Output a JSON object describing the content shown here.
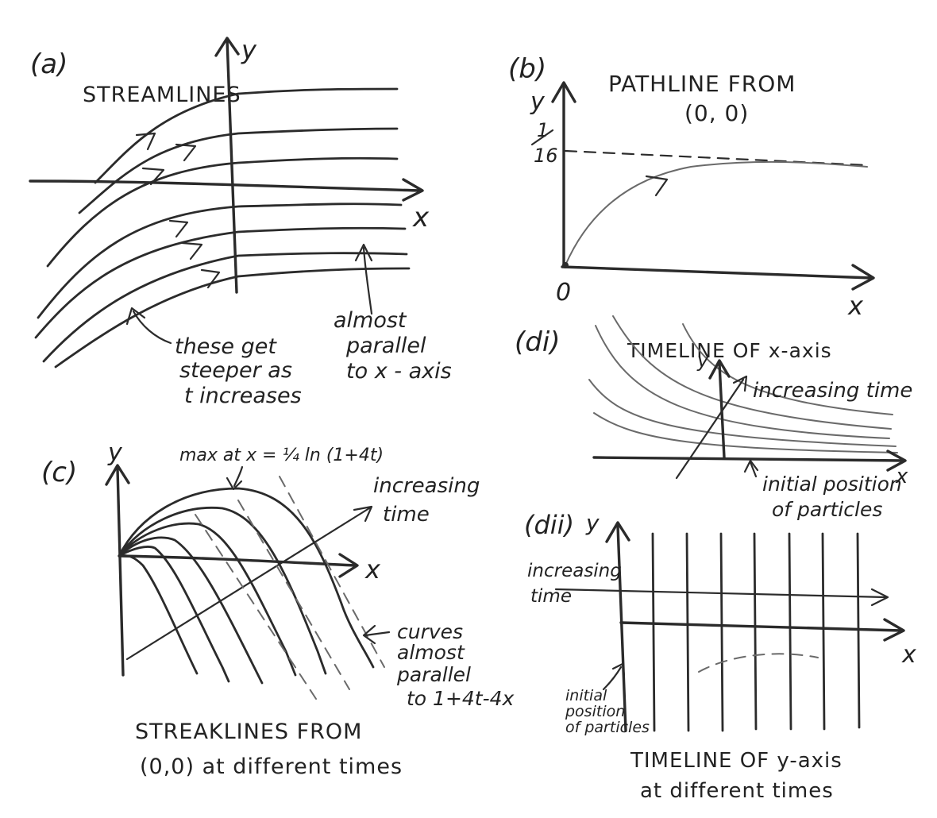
{
  "panel_a": {
    "tag": "(a)",
    "title": "STREAMLINES",
    "axis_y": "y",
    "axis_x": "x",
    "note_left": [
      "these get",
      "steeper as",
      "t increases"
    ],
    "note_right": [
      "almost",
      "parallel",
      "to x - axis"
    ]
  },
  "panel_b": {
    "tag": "(b)",
    "title": [
      "PATHLINE FROM",
      "(0, 0)"
    ],
    "axis_y": "y",
    "axis_x": "x",
    "origin": "0",
    "asymptote_num": "1",
    "asymptote_den": "16"
  },
  "panel_c": {
    "tag": "(c)",
    "axis_y": "y",
    "axis_x": "x",
    "max_label": "max at x = ¼ ln (1+4t)",
    "time_label": [
      "increasing",
      "time"
    ],
    "note": [
      "curves",
      "almost",
      "parallel",
      "to 1+4t-4x"
    ],
    "caption": [
      "STREAKLINES FROM",
      "(0,0) at different times"
    ]
  },
  "panel_di": {
    "tag": "(di)",
    "title": "TIMELINE OF x-axis",
    "axis_y": "y",
    "axis_x": "x",
    "time_label": "increasing time",
    "note": [
      "initial position",
      "of particles"
    ]
  },
  "panel_dii": {
    "tag": "(dii)",
    "axis_y": "y",
    "axis_x": "x",
    "time_label": [
      "increasing",
      "time"
    ],
    "note": [
      "initial",
      "position",
      "of particles"
    ],
    "caption": [
      "TIMELINE OF y-axis",
      "at different times"
    ]
  }
}
